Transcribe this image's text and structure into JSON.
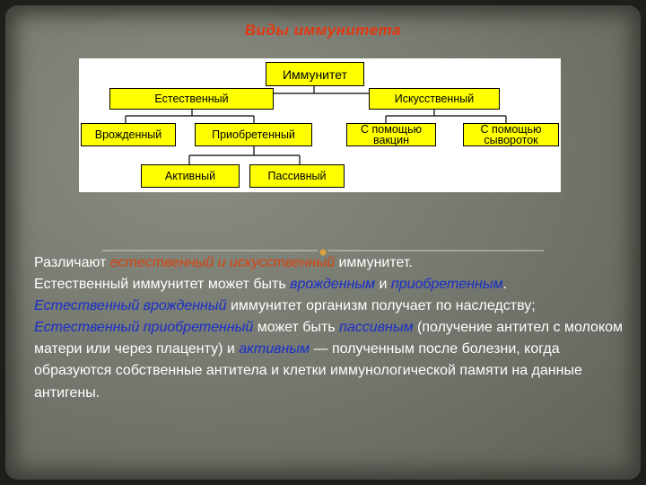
{
  "title": "Виды иммунитета",
  "diagram": {
    "root": "Иммунитет",
    "natural": "Естественный",
    "artificial": "Искусственный",
    "innate": "Врожденный",
    "acquired": "Приобретенный",
    "vaccine": "С помощью вакцин",
    "serum": "С помощью сывороток",
    "active": "Активный",
    "passive": "Пассивный"
  },
  "text": {
    "p1": [
      "Различают ",
      "естественный",
      " и ",
      "искусственный",
      " иммунитет."
    ],
    "p2": [
      "Естественный иммунитет может быть ",
      "врожденным",
      " и ",
      "приобретенным",
      "."
    ],
    "p3": [
      "Естественный врожденный",
      " иммунитет организм получает по наследству;"
    ],
    "p4": [
      "Естественный приобретенный",
      " может быть ",
      "пассивным",
      " (получение антител с молоком матери или через плаценту) и ",
      "активным",
      " — полученным после болезни, когда образуются собственные антитела и клетки иммунологической памяти на данные антигены."
    ]
  },
  "colors": {
    "title": "#e2380f",
    "box_fill": "#ffff00",
    "emph_red": "#d8420f",
    "emph_blue": "#1a2ec8"
  }
}
